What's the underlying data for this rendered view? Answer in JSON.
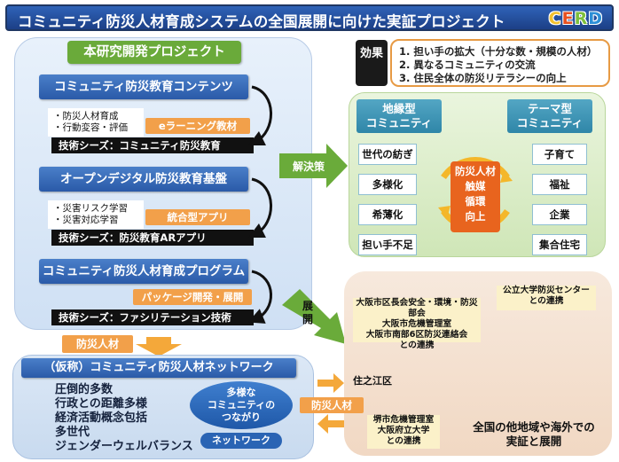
{
  "title": "コミュニティ防災人材育成システムの全国展開に向けた実証プロジェクト",
  "logo": {
    "letters": [
      "C",
      "E",
      "R",
      "D"
    ],
    "colors": [
      "#f2c12e",
      "#e8501f",
      "#7dbf3b",
      "#2d8fd6"
    ]
  },
  "project": {
    "header": "本研究開発プロジェクト",
    "blocks": [
      {
        "title": "コミュニティ防災教育コンテンツ",
        "notes": [
          "・防災人材育成",
          "・行動変容・評価"
        ],
        "tag": "eラーニング教材",
        "seed": "技術シーズ：コミュニティ防災教育"
      },
      {
        "title": "オープンデジタル防災教育基盤",
        "notes": [
          "・災害リスク学習",
          "・災害対応学習"
        ],
        "tag": "統合型アプリ",
        "seed": "技術シーズ：防災教育ARアプリ"
      },
      {
        "title": "コミュニティ防災人材育成プログラム",
        "notes": [],
        "tag": "パッケージ開発・展開",
        "seed": "技術シーズ：ファシリテーション技術"
      }
    ],
    "bousai_jinzai_label": "防災人材"
  },
  "effects": {
    "tag": "効果",
    "items": [
      "1. 担い手の拡大（十分な数・規模の人材）",
      "2. 異なるコミュニティの交流",
      "3. 住民全体の防災リテラシーの向上"
    ]
  },
  "arrows": {
    "solution": "解決策",
    "deploy": "展開"
  },
  "solutions": {
    "left_head": [
      "地縁型",
      "コミュニティ"
    ],
    "right_head": [
      "テーマ型",
      "コミュニティ"
    ],
    "left_items": [
      "世代の紡ぎ",
      "多様化",
      "希薄化",
      "担い手不足"
    ],
    "right_items": [
      "子育て",
      "福祉",
      "企業",
      "集合住宅"
    ],
    "center_title": "防災人材",
    "center_lines": [
      "触媒",
      "循環",
      "向上"
    ]
  },
  "map": {
    "osaka_note": [
      "大阪市区長会安全・環境・防災部会",
      "大阪市危機管理室",
      "大阪市南部6区防災連絡会",
      "との連携"
    ],
    "univ_note": [
      "公立大学防災センター",
      "との連携"
    ],
    "sakai_note": [
      "堺市危機管理室",
      "大阪府立大学",
      "との連携"
    ],
    "suminoe": "住之江区",
    "nationwide": [
      "全国の他地域や海外での",
      "実証と展開"
    ]
  },
  "network": {
    "title": "（仮称）コミュニティ防災人材ネットワーク",
    "features": [
      "圧倒的多数",
      "行政との距離多様",
      "経済活動概念包括",
      "多世代",
      "ジェンダーウェルバランス"
    ],
    "bubble": [
      "多様な",
      "コミュニティの",
      "つながり"
    ],
    "pill": "ネットワーク",
    "flow_label": "防災人材"
  }
}
